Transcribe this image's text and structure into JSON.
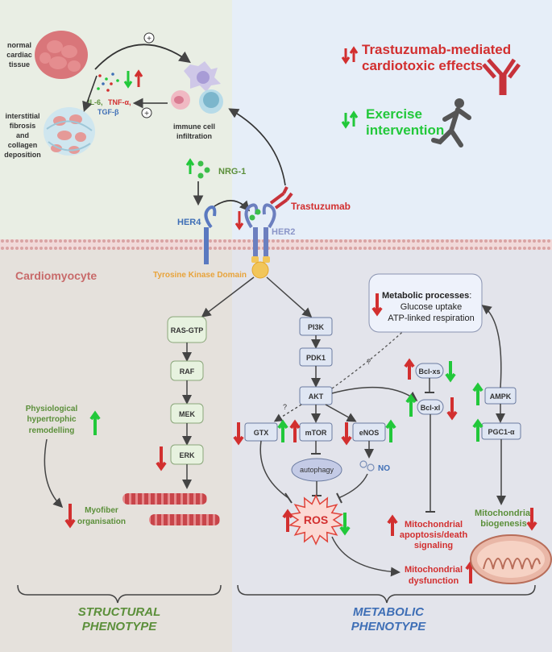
{
  "labels": {
    "normal_tissue": [
      "normal",
      "cardiac",
      "tissue"
    ],
    "fibrosis": [
      "interstitial",
      "fibrosis",
      "and",
      "collagen",
      "deposition"
    ],
    "il6": "IL-6,",
    "tnf": "TNF-α,",
    "tgf": "TGF-β",
    "immune": [
      "immune cell",
      "infiltration"
    ],
    "nrg1": "NRG-1",
    "her4": "HER4",
    "her2": "HER2",
    "trastuzumab": "Trastuzumab",
    "tk_domain": "Tyrosine Kinase Domain",
    "cardiomyocyte": "Cardiomyocyte",
    "legend_trastuzumab": [
      "Trastuzumab-mediated",
      "cardiotoxic effects"
    ],
    "legend_exercise": [
      "Exercise",
      "intervention"
    ],
    "plus": "+",
    "metabolic_title": "Metabolic processes",
    "metabolic_colon": ":",
    "metabolic_lines": [
      "Glucose uptake",
      "ATP-linked respiration"
    ],
    "ras": "RAS-GTP",
    "raf": "RAF",
    "mek": "MEK",
    "erk": "ERK",
    "pi3k": "PI3K",
    "pdk1": "PDK1",
    "akt": "AKT",
    "gtx": "GTX",
    "mtor": "mTOR",
    "enos": "eNOS",
    "autophagy": "autophagy",
    "no": "NO",
    "ros": "ROS",
    "bclxs": "Bcl-xs",
    "bclxl": "Bcl-xl",
    "ampk": "AMPK",
    "pgc1a": "PGC1-α",
    "question": "?",
    "physio": [
      "Physiological",
      "hypertrophic",
      "remodelling"
    ],
    "myofiber": [
      "Myofiber",
      "organisation"
    ],
    "mito_bio": [
      "Mitochondrial",
      "biogenesis"
    ],
    "mito_apop": [
      "Mitochondrial",
      "apoptosis/death",
      "signaling"
    ],
    "mito_dys": [
      "Mitochondrial",
      "dysfunction"
    ],
    "structural": [
      "STRUCTURAL",
      "PHENOTYPE"
    ],
    "metabolic_pheno": [
      "METABOLIC",
      "PHENOTYPE"
    ]
  },
  "colors": {
    "bg_top_left": "#e9eee4",
    "bg_top_right": "#e6eef8",
    "bg_bottom_left": "#e5e1dc",
    "bg_bottom_right": "#e3e4eb",
    "red": "#d22f2f",
    "green": "#22c83a",
    "olive": "#5b8f3a",
    "blue": "#3f6fb6",
    "node_fill_green": "#e7f2df",
    "node_fill_blue": "#dfe6f3",
    "orange": "#e8a33a",
    "dark": "#444444"
  }
}
